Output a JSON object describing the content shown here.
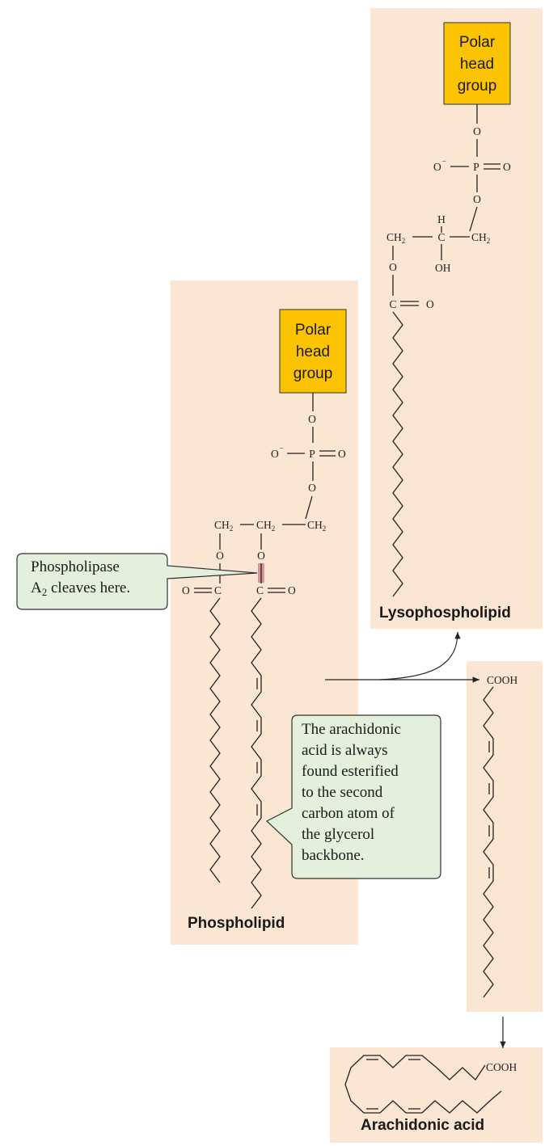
{
  "labels": {
    "phospholipid": "Phospholipid",
    "lysophospholipid": "Lysophospholipid",
    "arachidonic_acid": "Arachidonic acid"
  },
  "polar_head": {
    "line1": "Polar",
    "line2": "head",
    "line3": "group"
  },
  "callouts": {
    "phospholipase": {
      "line1": "Phospholipase",
      "line2_prefix": "A",
      "line2_sub": "2",
      "line2_suffix": " cleaves here."
    },
    "arachidonic_note": {
      "lines": [
        "The arachidonic",
        "acid is always",
        "found esterified",
        "to the second",
        "carbon atom of",
        "the glycerol",
        "backbone."
      ]
    }
  },
  "atoms": {
    "O": "O",
    "P": "P",
    "O_minus": "O",
    "minus": "–",
    "C": "C",
    "H": "H",
    "OH": "OH",
    "CH": "CH",
    "sub2": "2",
    "COOH": "COOH"
  },
  "colors": {
    "panel": "#fbe5d3",
    "polar_box": "#fcc300",
    "callout_bg": "#e3f0dc",
    "cleave_mark": "#d4868a"
  }
}
